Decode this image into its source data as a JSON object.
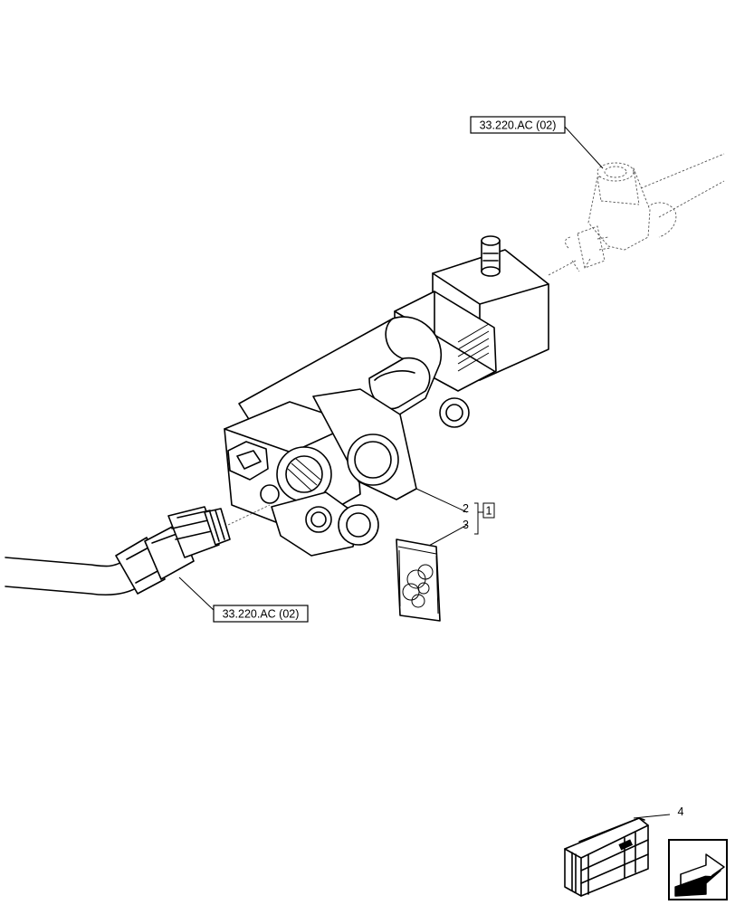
{
  "references": {
    "top": "33.220.AC (02)",
    "bottom": "33.220.AC (02)"
  },
  "callouts": {
    "item_2": "2",
    "item_3": "3",
    "item_4": "4",
    "group": "1"
  },
  "icons": {
    "main_part": "hydraulic-valve-icon",
    "seal_kit": "seal-kit-bag-icon",
    "crate": "shipping-crate-icon",
    "navigation": "next-page-arrow-icon"
  }
}
